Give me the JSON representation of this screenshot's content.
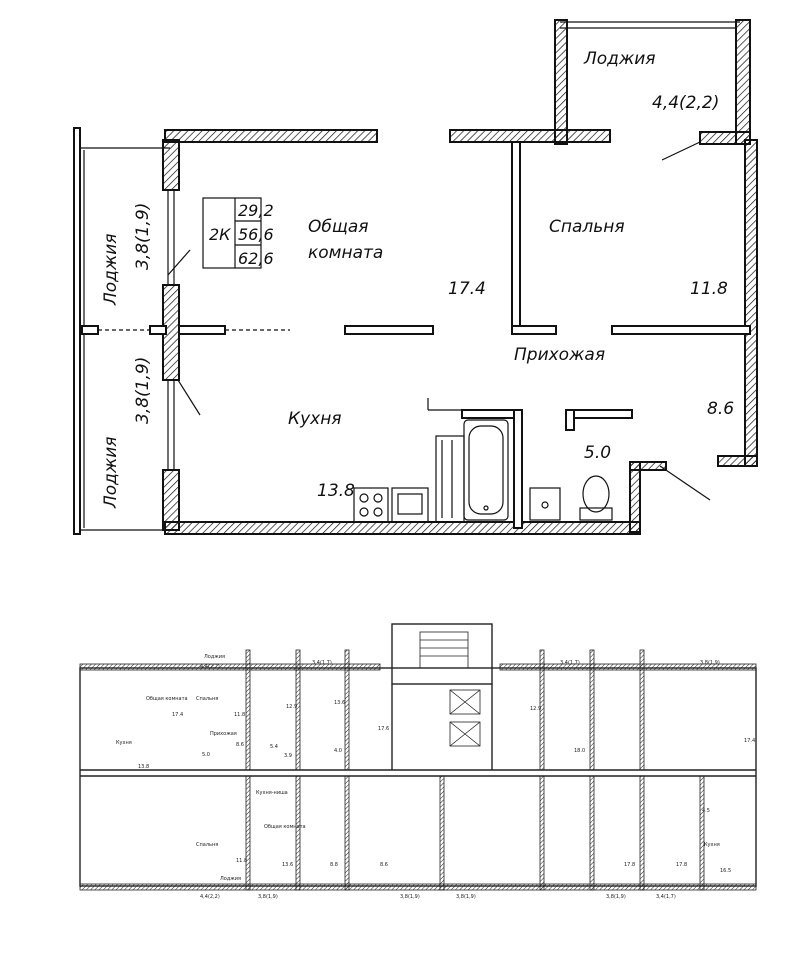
{
  "apartment": {
    "type_label": "2К",
    "areas": [
      "29,2",
      "56,6",
      "62,6"
    ],
    "rooms": {
      "living_name": "Общая комната",
      "living_area": "17.4",
      "bedroom_name": "Спальня",
      "bedroom_area": "11.8",
      "kitchen_name": "Кухня",
      "kitchen_area": "13.8",
      "hall_name": "Прихожая",
      "hall_area": "8.6",
      "bath_area": "5.0",
      "loggia_top_name": "Лоджия",
      "loggia_top_area": "4,4(2,2)",
      "loggia_left1_name": "Лоджия",
      "loggia_left1_area": "3,8(1,9)",
      "loggia_left2_name": "Лоджия",
      "loggia_left2_area": "3,8(1,9)"
    }
  },
  "floor": {
    "top_loggias": [
      "4,4(2,2)",
      "3,4(1,7)",
      "3,4(1,7)",
      "3,8(1,9)"
    ],
    "room_labels": [
      "Лоджия",
      "Спальня",
      "Общая комната",
      "Кухня",
      "Прихожая",
      "Кухня-ниша",
      "Общая комната",
      "Спальня",
      "Кухня",
      "Лоджия"
    ],
    "areas": [
      "17.4",
      "11.8",
      "12.9",
      "13.6",
      "5.4",
      "3.9",
      "4.0",
      "17.6",
      "13.8",
      "8.6",
      "5.0",
      "18.0",
      "12.9",
      "17.4",
      "4.5",
      "16.5",
      "11.8",
      "13.6",
      "8.8",
      "8.6",
      "17.8",
      "17.8"
    ],
    "bottom_loggias": [
      "4,4(2,2)",
      "3,8(1,9)",
      "3,8(1,9)",
      "3,8(1,9)",
      "3,8(1,9)",
      "3,4(1,7)"
    ]
  }
}
